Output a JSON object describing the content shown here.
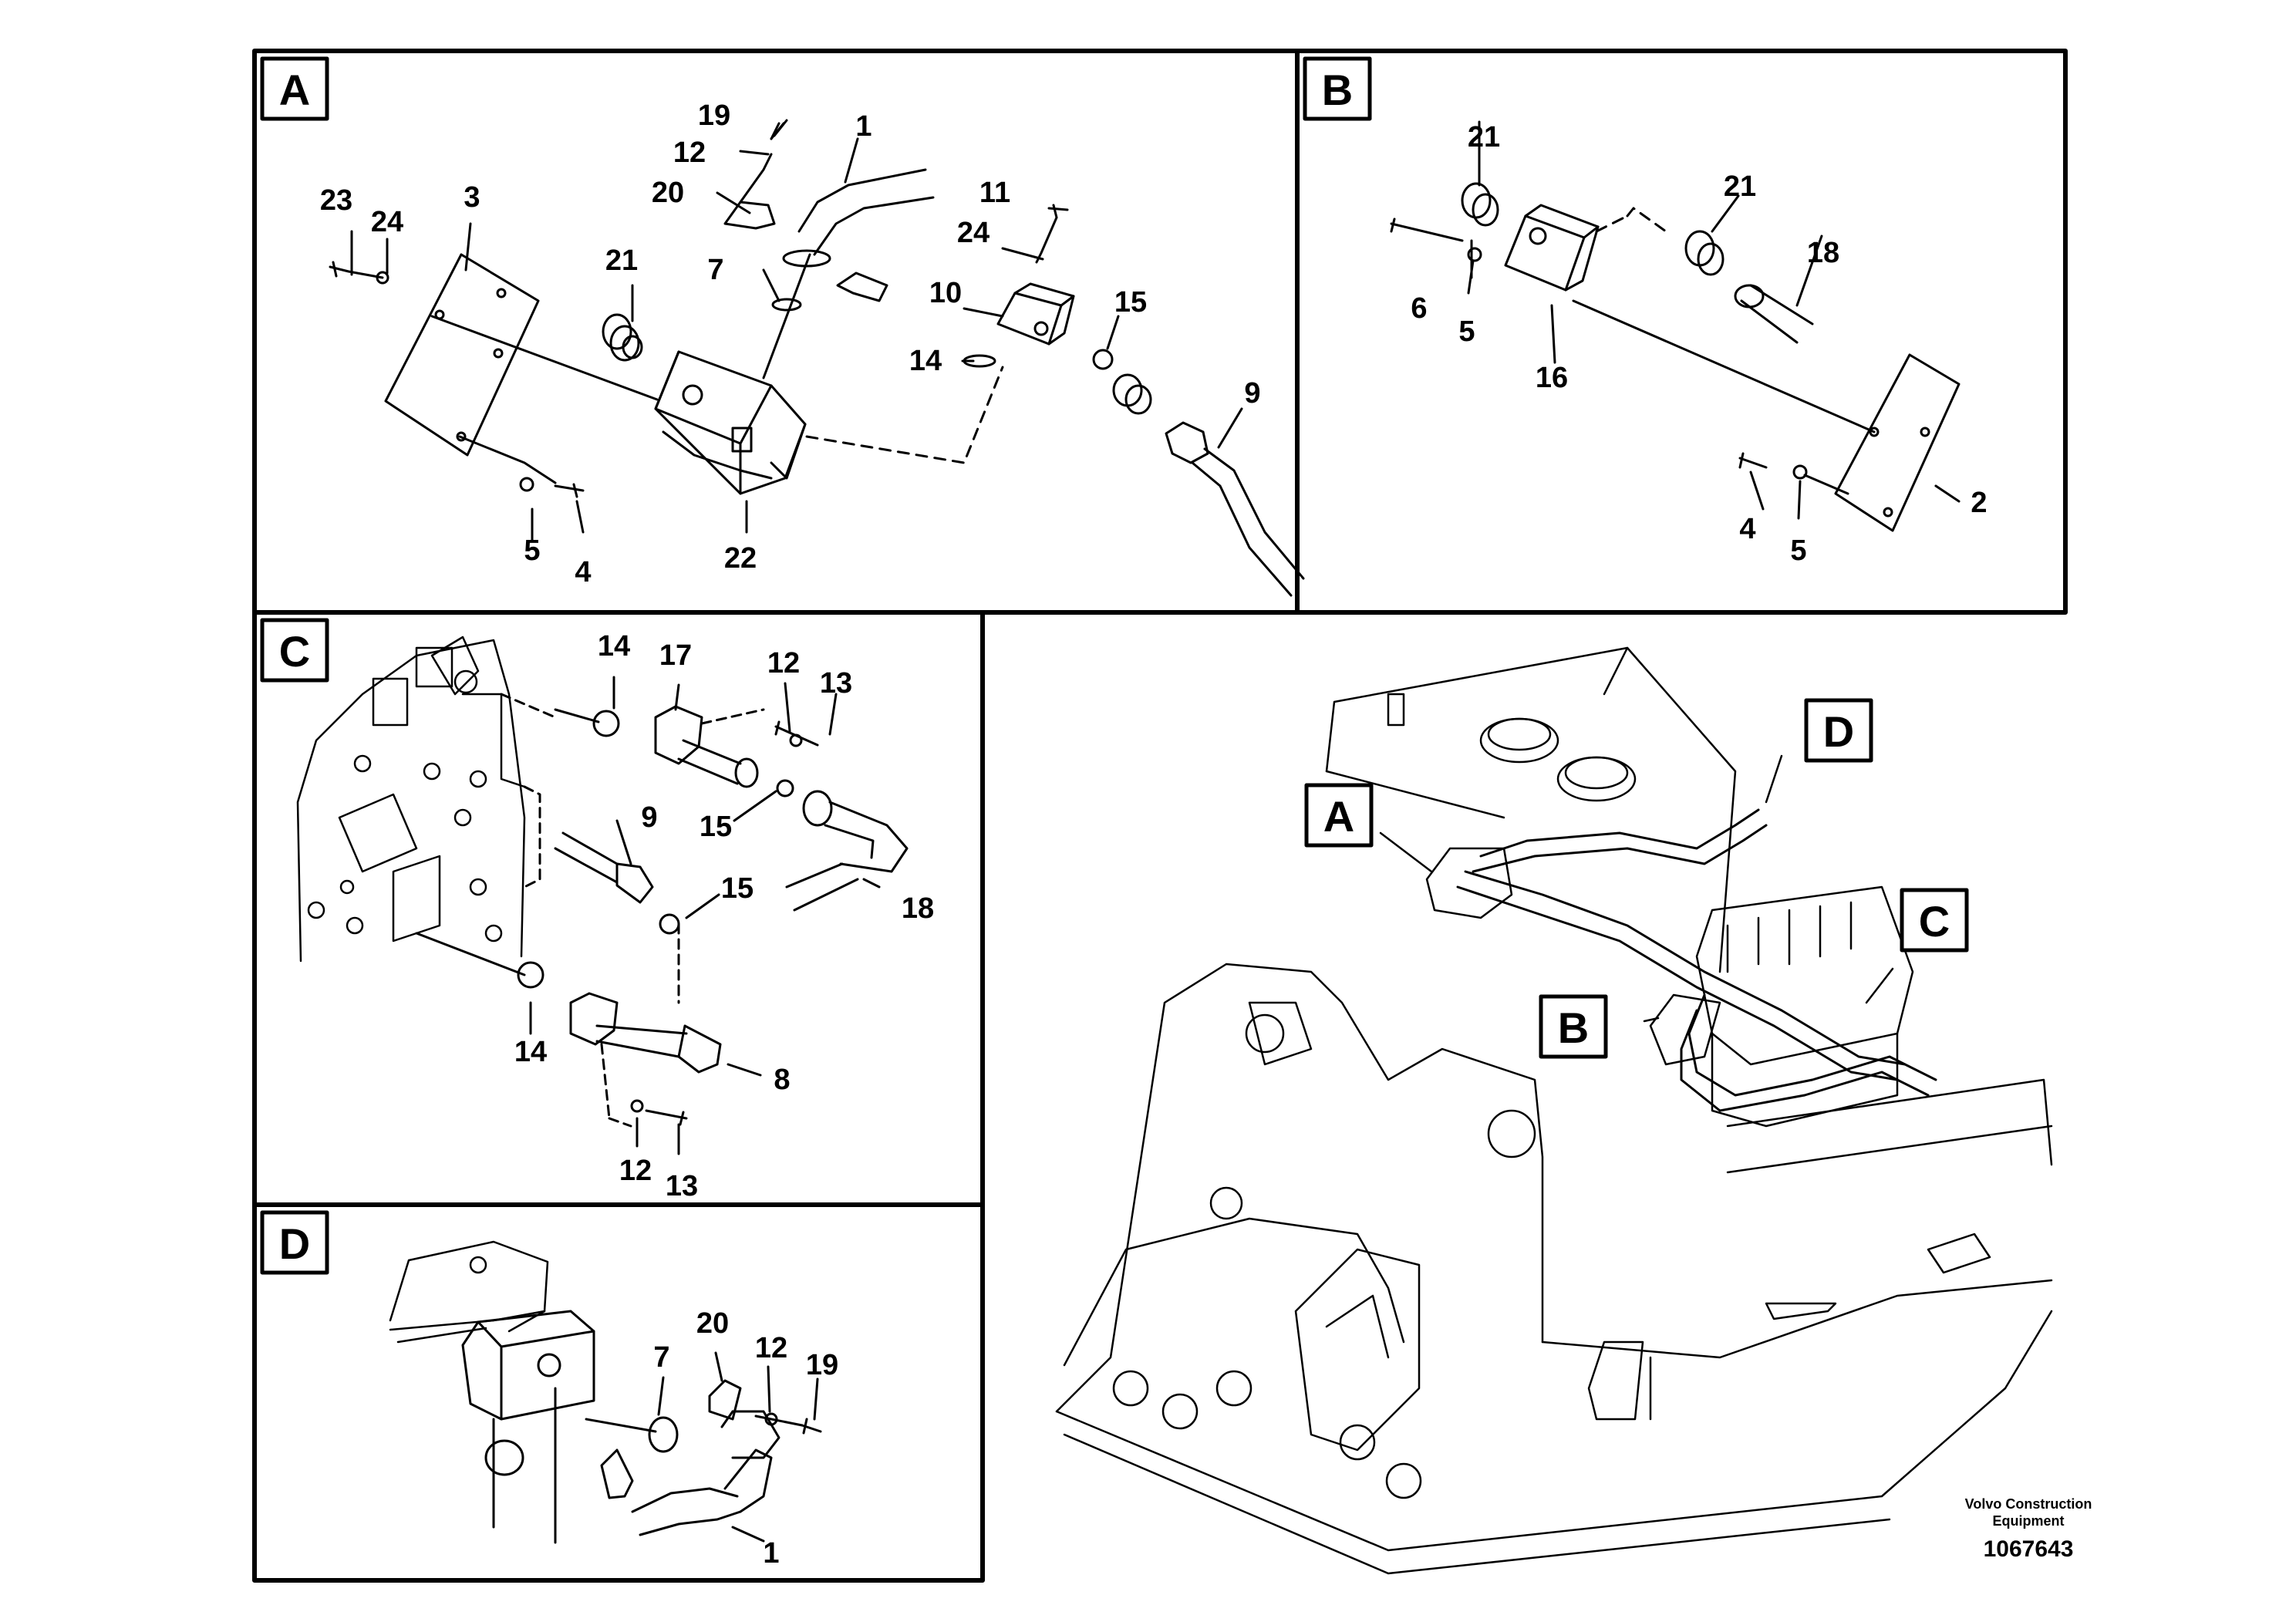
{
  "panels": {
    "A": {
      "tag": "A",
      "labels": {
        "p1": "1",
        "p3": "3",
        "p4": "4",
        "p5": "5",
        "p7": "7",
        "p9": "9",
        "p10": "10",
        "p11": "11",
        "p12": "12",
        "p14": "14",
        "p15": "15",
        "p19": "19",
        "p20": "20",
        "p21": "21",
        "p22": "22",
        "p23": "23",
        "p24a": "24",
        "p24b": "24"
      }
    },
    "B": {
      "tag": "B",
      "labels": {
        "p2": "2",
        "p4": "4",
        "p5a": "5",
        "p5b": "5",
        "p6": "6",
        "p16": "16",
        "p18": "18",
        "p21a": "21",
        "p21b": "21"
      }
    },
    "C": {
      "tag": "C",
      "labels": {
        "p8": "8",
        "p9": "9",
        "p12a": "12",
        "p12b": "12",
        "p13a": "13",
        "p13b": "13",
        "p14a": "14",
        "p14b": "14",
        "p15a": "15",
        "p15b": "15",
        "p17": "17",
        "p18": "18"
      }
    },
    "D": {
      "tag": "D",
      "labels": {
        "p1": "1",
        "p7": "7",
        "p12": "12",
        "p19": "19",
        "p20": "20"
      }
    }
  },
  "overview": {
    "callouts": {
      "A": "A",
      "B": "B",
      "C": "C",
      "D": "D"
    }
  },
  "footer": {
    "brand_line1": "Volvo Construction",
    "brand_line2": "Equipment",
    "doc_number": "1067643"
  }
}
